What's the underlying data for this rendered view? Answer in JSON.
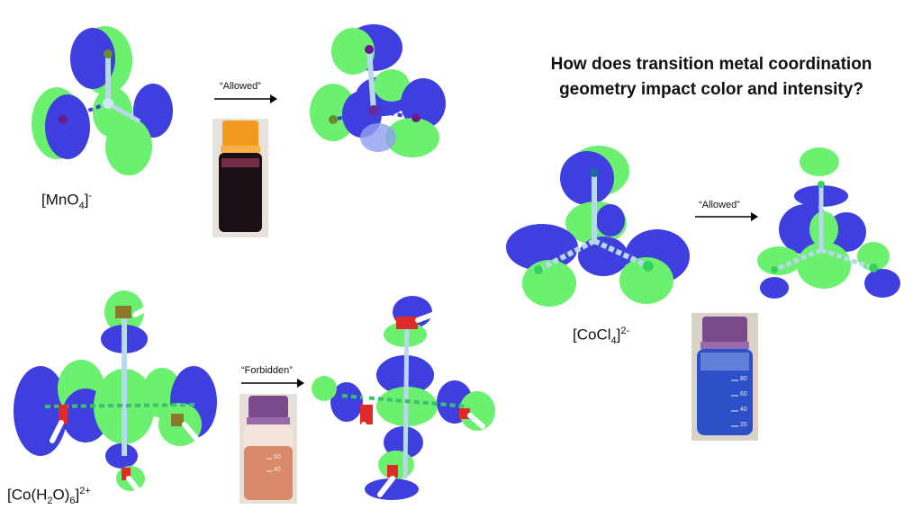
{
  "title_line1": "How does transition metal coordination",
  "title_line2": "geometry impact color and intensity?",
  "panels": {
    "mno4": {
      "formula": "[MnO",
      "sub": "4",
      "after": "]",
      "sup": "-",
      "transition": "“Allowed”"
    },
    "cocl4": {
      "formula": "[CoCl",
      "sub": "4",
      "after": "]",
      "sup": "2-",
      "transition": "“Allowed”"
    },
    "coh2o": {
      "formula": "[Co(H",
      "sub1": "2",
      "mid": "O)",
      "sub2": "6",
      "after": "]",
      "sup": "2+",
      "transition": "“Forbidden”"
    }
  },
  "vial_marks": {
    "cocl4": [
      "80",
      "60",
      "40",
      "20"
    ],
    "coh2o": [
      "60",
      "40"
    ]
  },
  "colors": {
    "lobe_blue": "#3f3fe0",
    "lobe_green": "#6cf070",
    "bond": "#b8d8ec",
    "mno4_solution": "#1a0f12",
    "mno4_cap": "#f39a1e",
    "cocl4_solution": "#2d50c8",
    "coh2o_solution": "#d98a6a",
    "purple_cap": "#7a4a8c"
  }
}
